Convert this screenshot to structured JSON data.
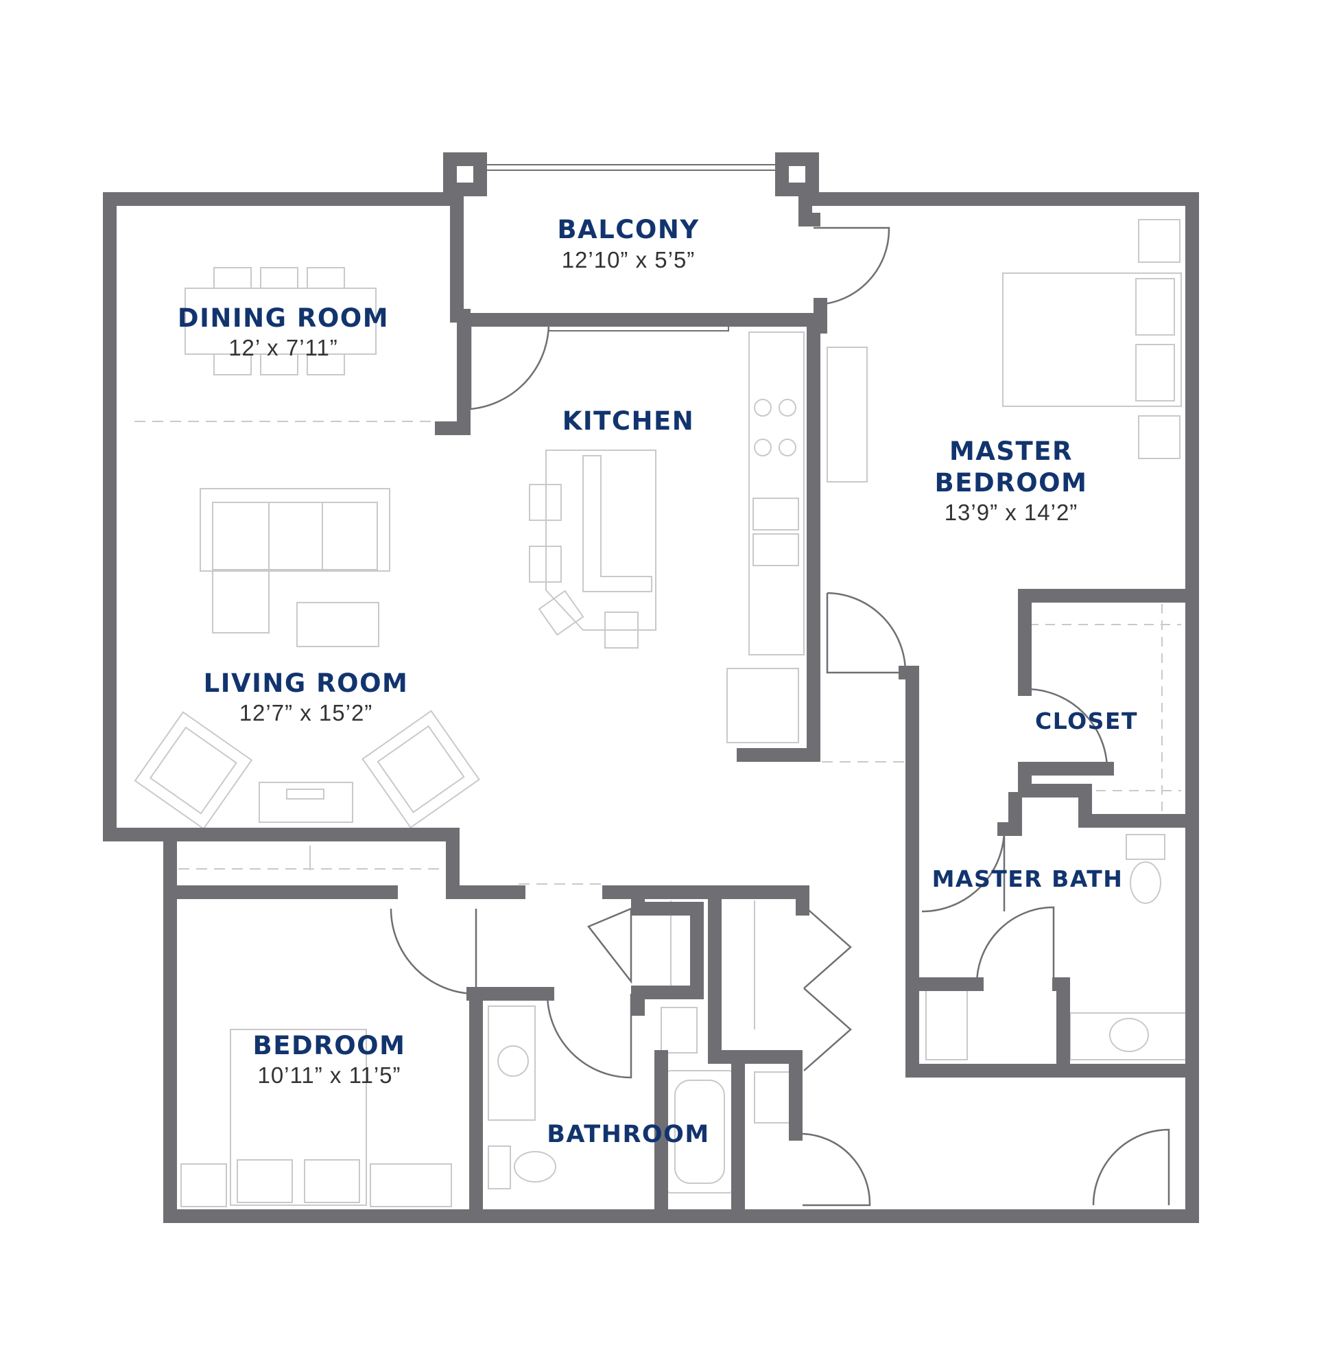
{
  "colors": {
    "wall": "#6f6f73",
    "wall_edge": "#3f3f42",
    "label": "#12346e",
    "dimension": "#333333",
    "fixture": "#c9c9cc",
    "fixture_dark": "#9a9a9e"
  },
  "rooms": {
    "balcony": {
      "name": "BALCONY",
      "dim": "12’10” x 5’5”"
    },
    "dining_room": {
      "name": "DINING ROOM",
      "dim": "12’ x 7’11”"
    },
    "kitchen": {
      "name": "KITCHEN",
      "dim": ""
    },
    "master_bedroom": {
      "name": "MASTER BEDROOM",
      "name_line1": "MASTER",
      "name_line2": "BEDROOM",
      "dim": "13’9” x 14’2”"
    },
    "living_room": {
      "name": "LIVING ROOM",
      "dim": "12’7” x 15’2”"
    },
    "closet": {
      "name": "CLOSET",
      "dim": ""
    },
    "master_bath": {
      "name": "MASTER BATH",
      "dim": ""
    },
    "bedroom": {
      "name": "BEDROOM",
      "dim": "10’11” x 11’5”"
    },
    "bathroom": {
      "name": "BATHROOM",
      "dim": ""
    }
  }
}
